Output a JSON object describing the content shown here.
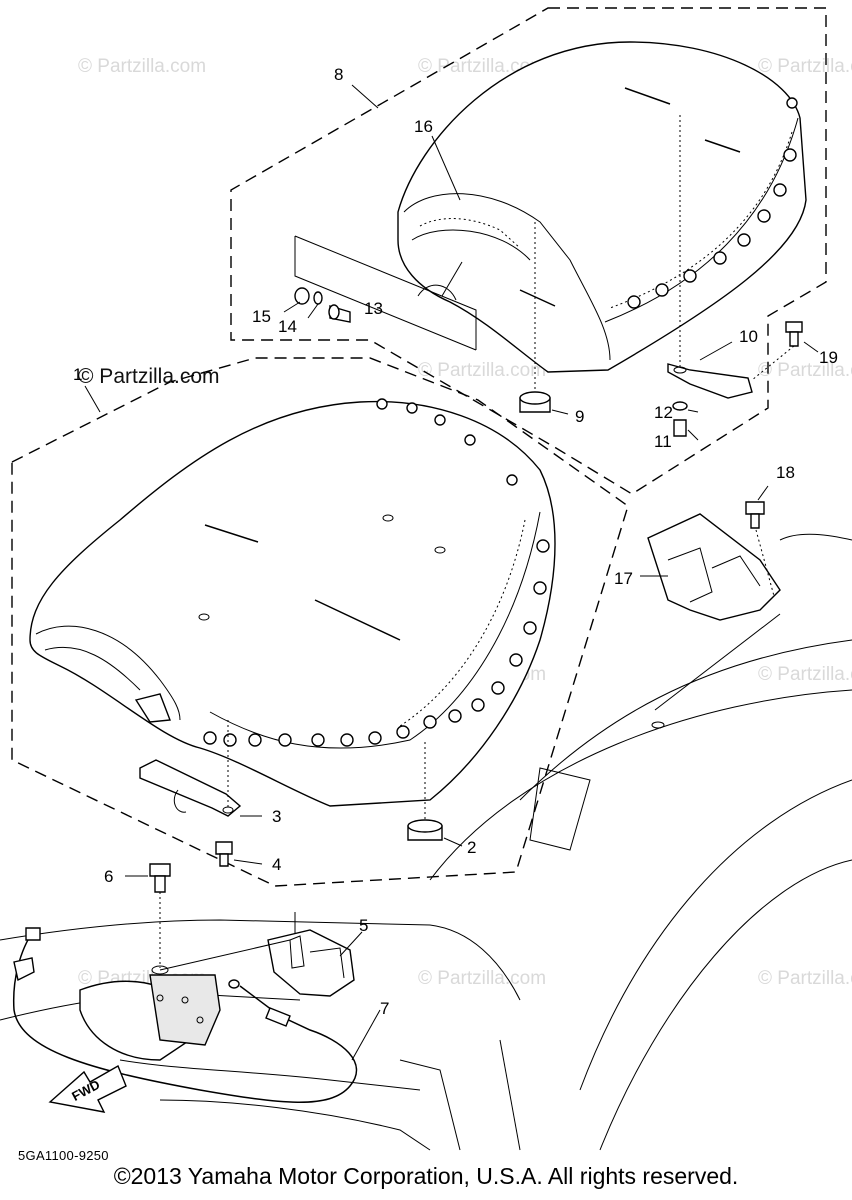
{
  "watermarks": [
    "© Partzilla.com"
  ],
  "callouts": [
    {
      "id": "c1",
      "label": "1"
    },
    {
      "id": "c2",
      "label": "2"
    },
    {
      "id": "c3",
      "label": "3"
    },
    {
      "id": "c4",
      "label": "4"
    },
    {
      "id": "c5",
      "label": "5"
    },
    {
      "id": "c6",
      "label": "6"
    },
    {
      "id": "c7",
      "label": "7"
    },
    {
      "id": "c8",
      "label": "8"
    },
    {
      "id": "c9",
      "label": "9"
    },
    {
      "id": "c10",
      "label": "10"
    },
    {
      "id": "c11",
      "label": "11"
    },
    {
      "id": "c12",
      "label": "12"
    },
    {
      "id": "c13",
      "label": "13"
    },
    {
      "id": "c14",
      "label": "14"
    },
    {
      "id": "c15",
      "label": "15"
    },
    {
      "id": "c16",
      "label": "16"
    },
    {
      "id": "c17",
      "label": "17"
    },
    {
      "id": "c18",
      "label": "18"
    },
    {
      "id": "c19",
      "label": "19"
    }
  ],
  "fwd_label": "FWD",
  "drawing_code": "5GA1100-9250",
  "copyright": "©2013 Yamaha Motor Corporation, U.S.A. All rights reserved."
}
